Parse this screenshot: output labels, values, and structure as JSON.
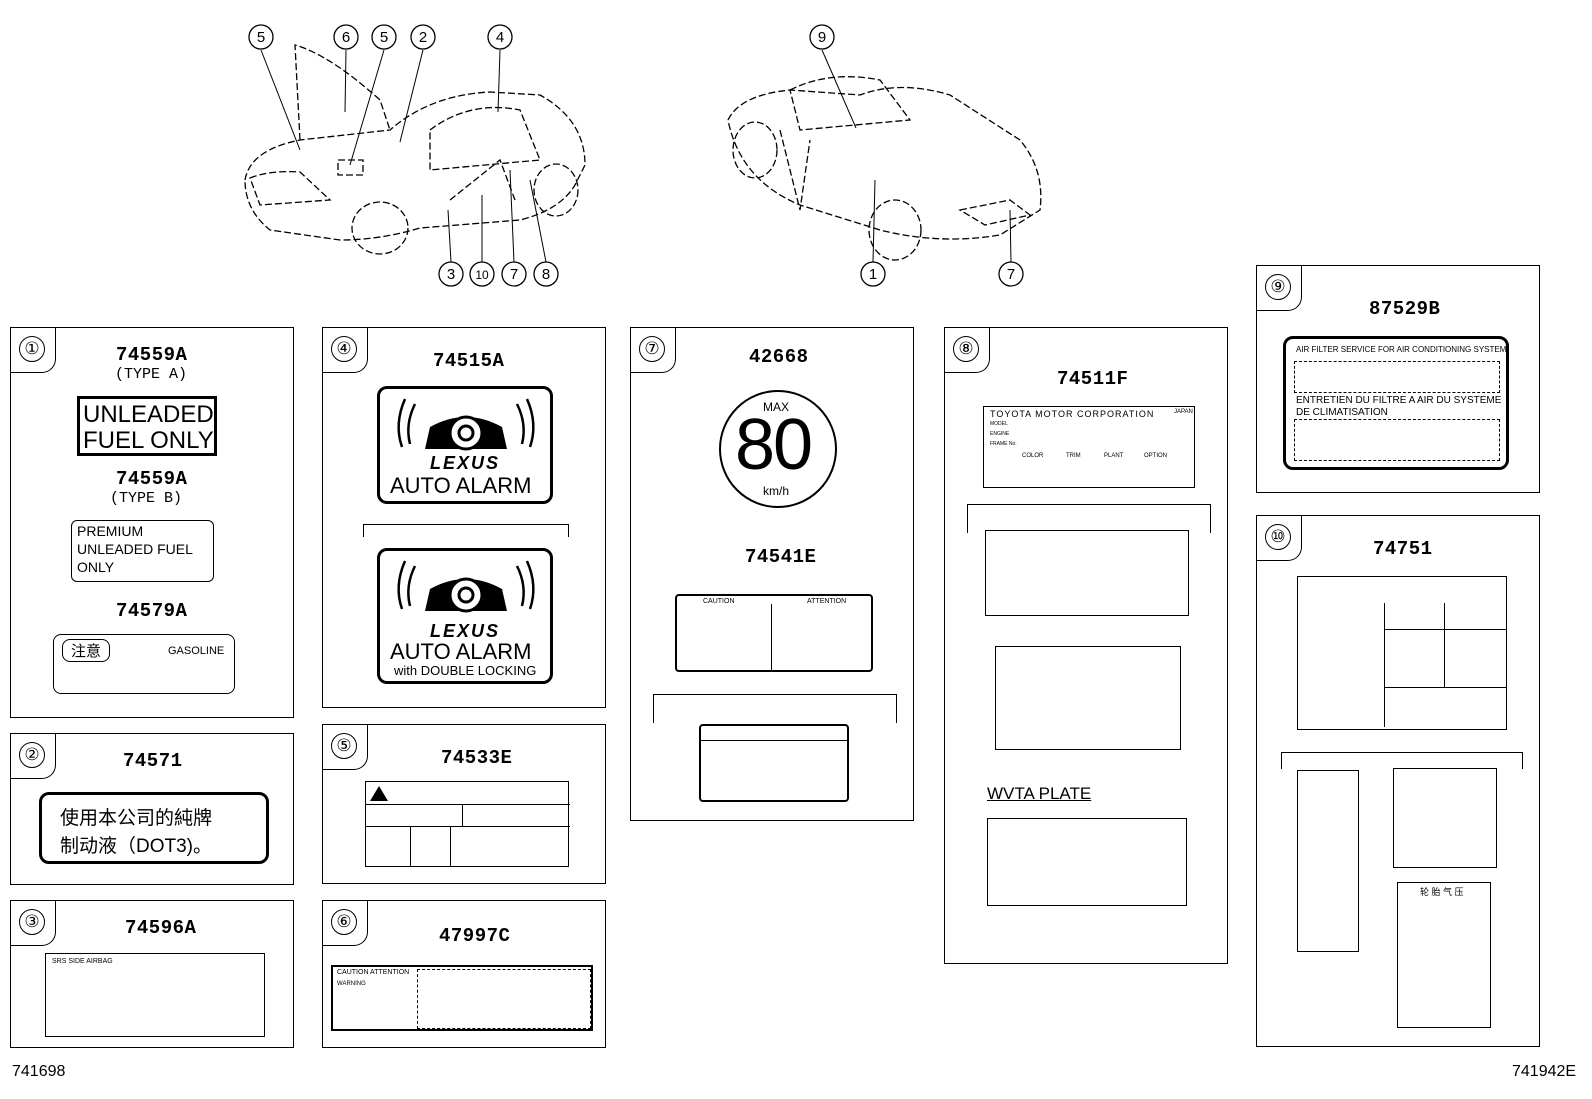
{
  "corner_left": "741698",
  "corner_right": "741942E",
  "callouts_left": [
    "5",
    "6",
    "5",
    "2",
    "4",
    "3",
    "10",
    "7",
    "8"
  ],
  "callouts_right": [
    "9",
    "1",
    "7"
  ],
  "panels": {
    "p1": {
      "num": "①",
      "pn_a": "74559A",
      "type_a": "(TYPE A)",
      "unleaded": "UNLEADED",
      "fuel_only": "FUEL ONLY",
      "pn_b": "74559A",
      "type_b": "(TYPE B)",
      "premium": "PREMIUM",
      "unleaded_fuel": "UNLEADED FUEL",
      "only": "ONLY",
      "pn_c": "74579A",
      "caution_jp": "注意",
      "gasoline": "GASOLINE"
    },
    "p2": {
      "num": "②",
      "pn": "74571",
      "line1": "使用本公司的純牌",
      "line2": "制动液（DOT3)。"
    },
    "p3": {
      "num": "③",
      "pn": "74596A",
      "srs": "SRS SIDE AIRBAG"
    },
    "p4": {
      "num": "④",
      "pn": "74515A",
      "brand": "LEXUS",
      "alarm": "AUTO ALARM",
      "brand2": "LEXUS",
      "alarm2": "AUTO ALARM",
      "double": "with DOUBLE LOCKING"
    },
    "p5": {
      "num": "⑤",
      "pn": "74533E"
    },
    "p6": {
      "num": "⑥",
      "pn": "47997C",
      "caution": "CAUTION  ATTENTION",
      "warning": "WARNING"
    },
    "p7": {
      "num": "⑦",
      "pn": "42668",
      "max": "MAX",
      "speed": "80",
      "unit": "km/h",
      "pn2": "74541E",
      "caution": "CAUTION",
      "attention": "ATTENTION"
    },
    "p8": {
      "num": "⑧",
      "pn": "74511F",
      "toyota": "TOYOTA MOTOR CORPORATION",
      "japan": "JAPAN",
      "model": "MODEL",
      "engine": "ENGINE",
      "frame": "FRAME No.",
      "color": "COLOR",
      "trim": "TRIM",
      "plant": "PLANT",
      "option": "OPTION",
      "wvta": "WVTA PLATE"
    },
    "p9": {
      "num": "⑨",
      "pn": "87529B",
      "line1": "AIR FILTER SERVICE FOR AIR CONDITIONING SYSTEM",
      "line2": "ENTRETIEN DU FILTRE A AIR DU SYSTEME",
      "line3": "DE CLIMATISATION"
    },
    "p10": {
      "num": "⑩",
      "pn": "74751",
      "tire": "轮 胎 气 压"
    }
  }
}
